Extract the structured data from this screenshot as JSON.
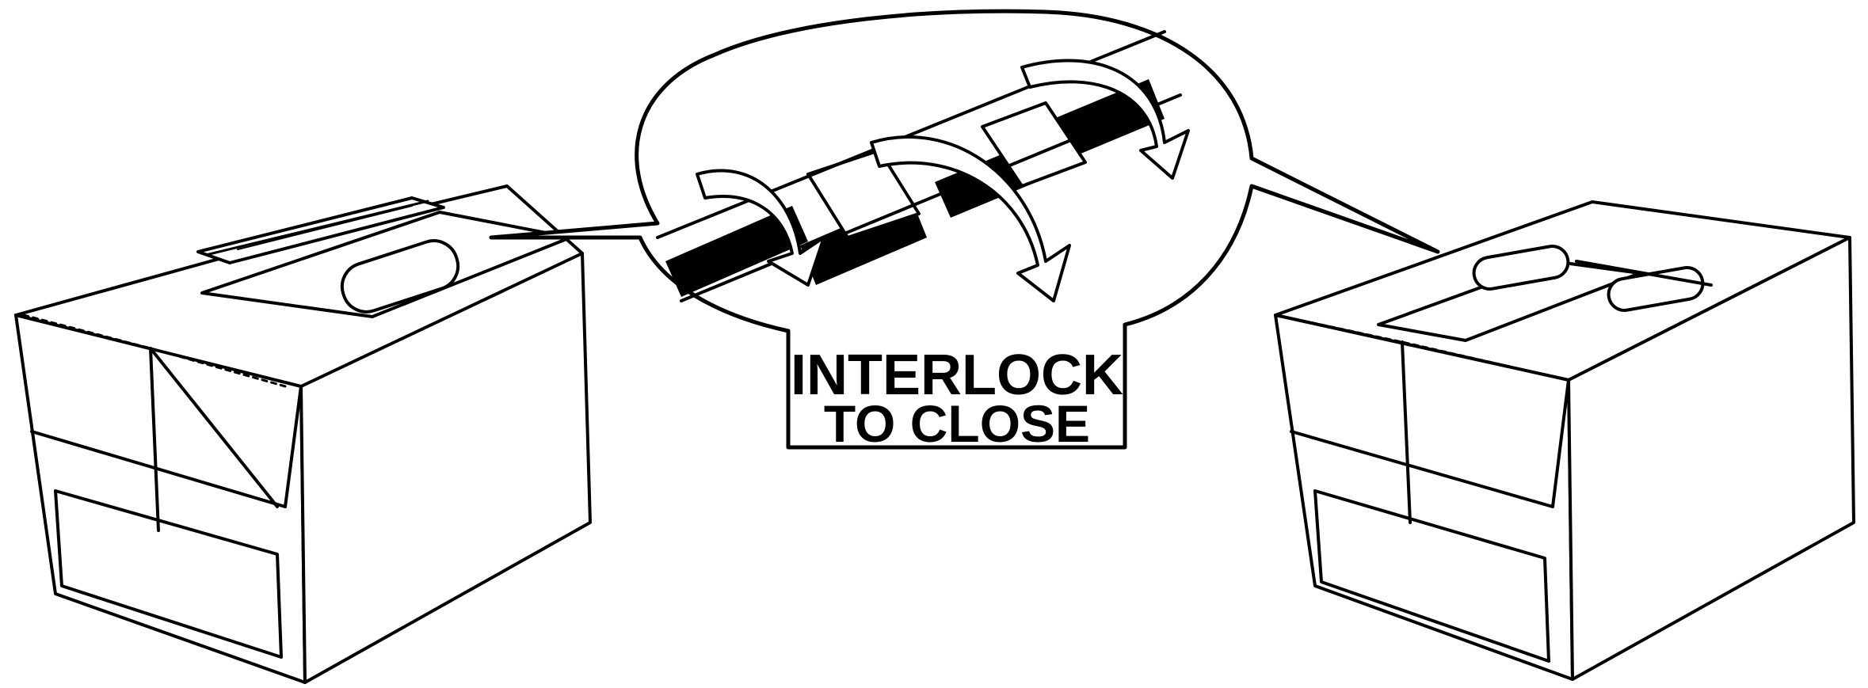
{
  "diagram": {
    "callout": {
      "line1": "INTERLOCK",
      "line2": "TO CLOSE"
    },
    "figures": [
      "open-box",
      "interlock-detail",
      "closed-box"
    ]
  },
  "colors": {
    "ink": "#000000",
    "paper": "#ffffff"
  }
}
